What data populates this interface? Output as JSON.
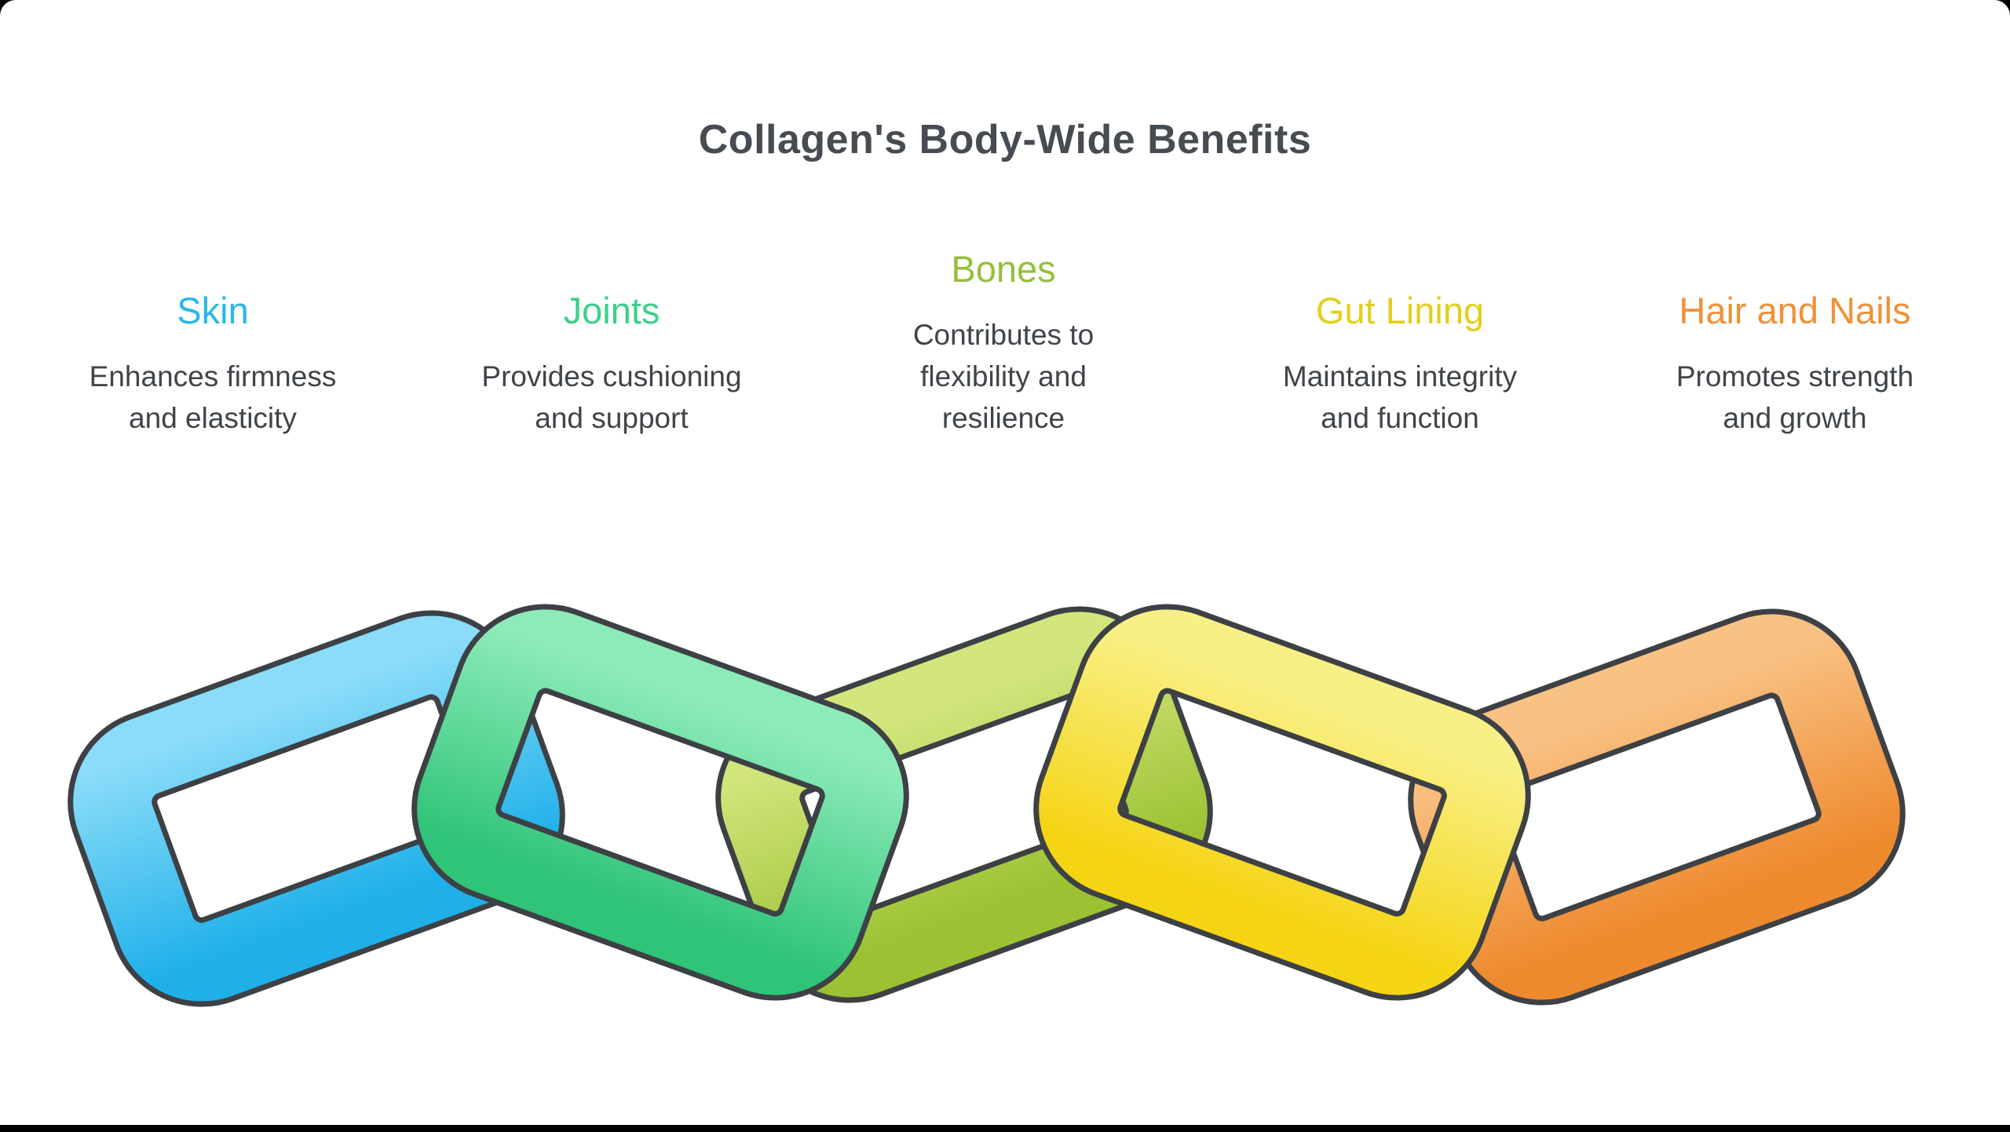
{
  "title": "Collagen's Body-Wide Benefits",
  "benefits": [
    {
      "name": "Skin",
      "color": "#2ab7e9",
      "lines": [
        "Enhances firmness",
        "and elasticity"
      ]
    },
    {
      "name": "Joints",
      "color": "#3bd08b",
      "lines": [
        "Provides cushioning",
        "and support"
      ]
    },
    {
      "name": "Bones",
      "color": "#95bf3b",
      "lines": [
        "Contributes to",
        "flexibility and",
        "resilience"
      ]
    },
    {
      "name": "Gut Lining",
      "color": "#e2cf1b",
      "lines": [
        "Maintains integrity",
        "and function"
      ]
    },
    {
      "name": "Hair and Nails",
      "color": "#ef9138",
      "lines": [
        "Promotes strength",
        "and growth"
      ]
    }
  ],
  "chain": {
    "outline_color": "#3d4145",
    "links": [
      {
        "name": "skin-link",
        "top": "#8adcf8",
        "bottom": "#1fb0ea"
      },
      {
        "name": "joints-link",
        "top": "#8debb9",
        "bottom": "#2fc478"
      },
      {
        "name": "bones-link",
        "top": "#d3e67e",
        "bottom": "#9cc233"
      },
      {
        "name": "gut-lining-link",
        "top": "#f8f087",
        "bottom": "#f5d414"
      },
      {
        "name": "hair-nails-link",
        "top": "#f9c285",
        "bottom": "#ee8a2e"
      }
    ]
  },
  "colors": {
    "background": "#ffffff",
    "frame": "#000000",
    "title_text": "#474c52",
    "description_text": "#3f4449"
  }
}
